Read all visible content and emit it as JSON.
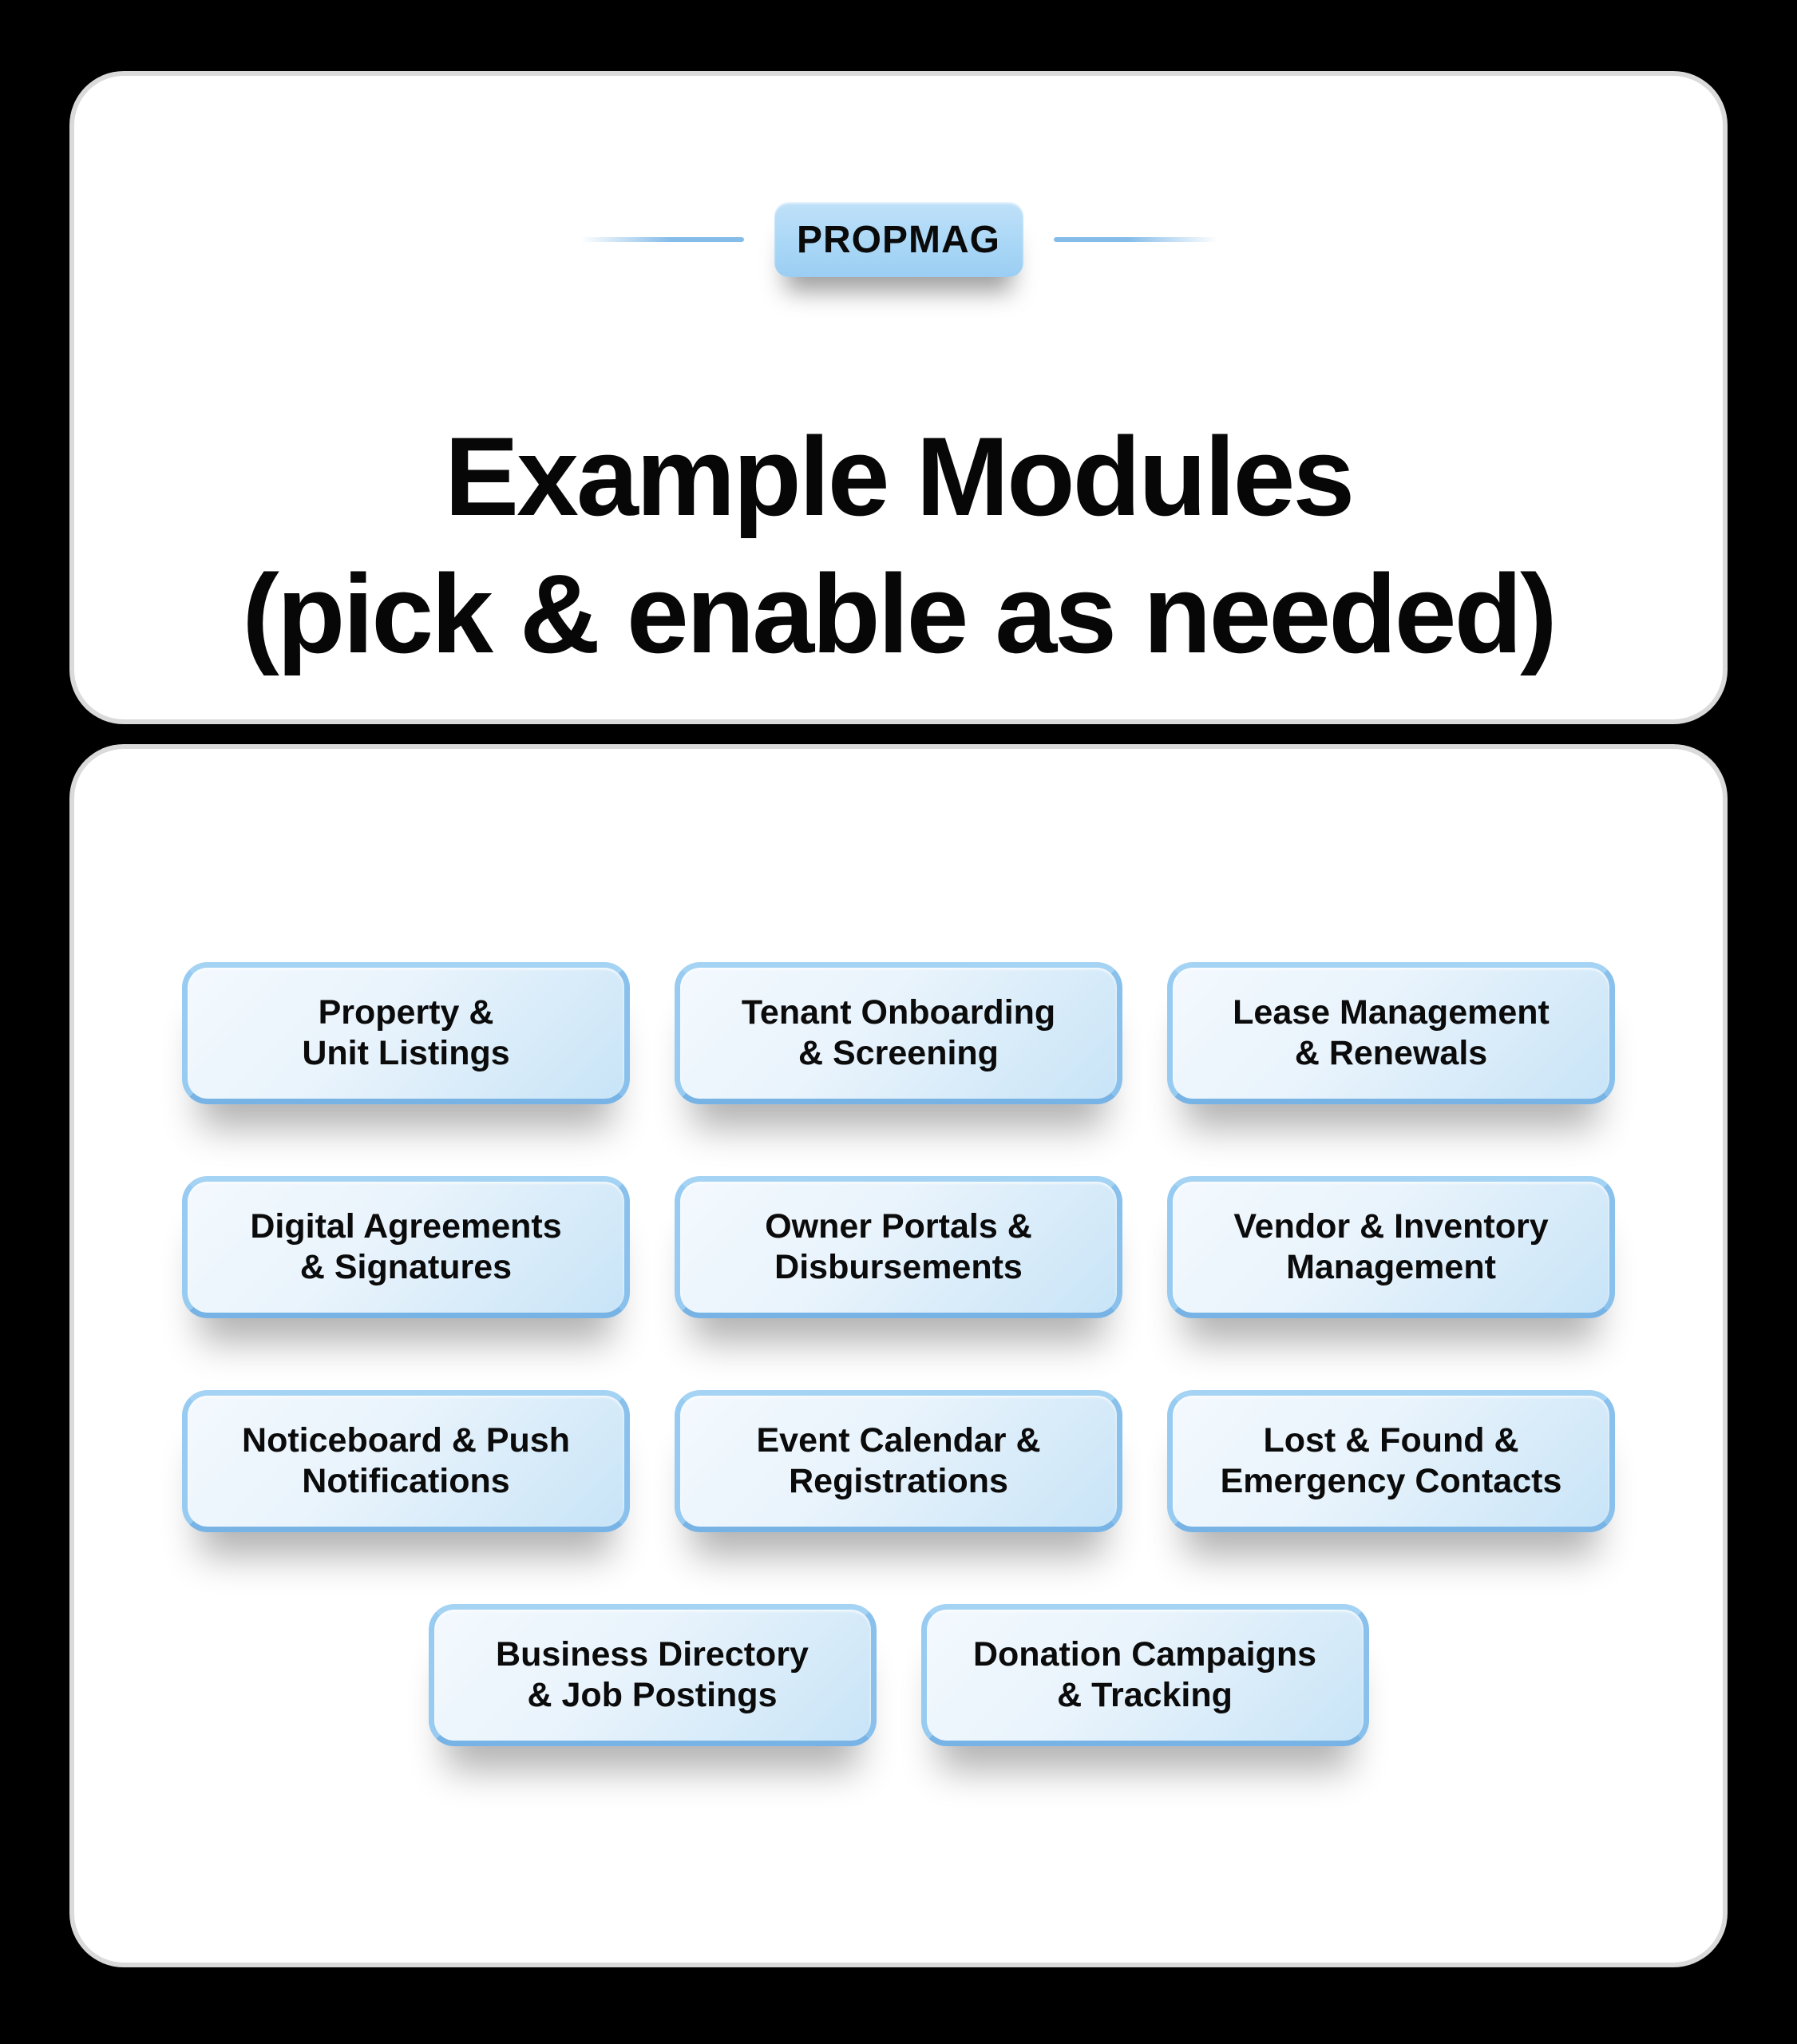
{
  "badge": {
    "label": "PROPMAG"
  },
  "title": {
    "line1": "Example Modules",
    "line2": "(pick & enable as needed)"
  },
  "modules": [
    {
      "line1": "Property &",
      "line2": "Unit Listings"
    },
    {
      "line1": "Tenant Onboarding",
      "line2": "& Screening"
    },
    {
      "line1": "Lease Management",
      "line2": "& Renewals"
    },
    {
      "line1": "Digital Agreements",
      "line2": "& Signatures"
    },
    {
      "line1": "Owner Portals &",
      "line2": "Disbursements"
    },
    {
      "line1": "Vendor & Inventory",
      "line2": "Management"
    },
    {
      "line1": "Noticeboard & Push",
      "line2": "Notifications"
    },
    {
      "line1": "Event Calendar &",
      "line2": "Registrations"
    },
    {
      "line1": "Lost & Found &",
      "line2": "Emergency Contacts"
    },
    {
      "line1": "Business Directory",
      "line2": "& Job Postings"
    },
    {
      "line1": "Donation Campaigns",
      "line2": "& Tracking"
    }
  ],
  "colors": {
    "background": "#000000",
    "card": "#ffffff",
    "button_fill_light": "#f3f9fe",
    "button_fill_blue": "#c8e4f7",
    "button_border": "#89c1ec",
    "badge_fill": "#aad7f6",
    "connector_line": "#85bce9",
    "text": "#0b0b0b"
  }
}
